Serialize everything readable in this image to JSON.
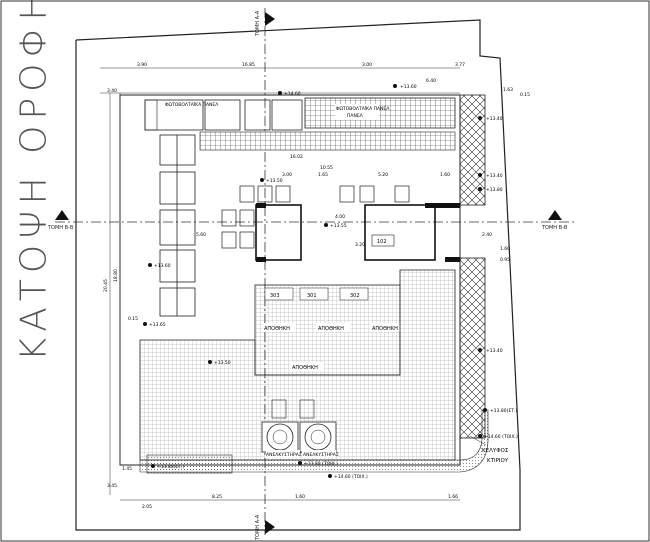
{
  "title": "ΚΑΤΟΨΗ ΟΡΟΦΗΣ",
  "sections": {
    "aa_top": "ΤΟΜΗ Α-Α",
    "aa_bottom": "ΤΟΜΗ Α-Α",
    "bb_left": "ΤΟΜΗ Β-Β",
    "bb_right": "ΤΟΜΗ Β-Β"
  },
  "rooms": {
    "panels_left": "ΦΩΤΟΒΟΛΤΑΪΚΑ ΠΑΝΕΛ",
    "panels_right": "ΦΩΤΟΒΟΛΤΑΪΚΑ ΠΑΝΕΛ",
    "storage": [
      "ΑΠΟΘΗΚΗ",
      "ΑΠΟΘΗΚΗ",
      "ΑΠΟΘΗΚΗ",
      "ΑΠΟΘΗΚΗ"
    ],
    "room_numbers": [
      "303",
      "301",
      "302",
      "102"
    ],
    "lift_left": "ΑΝΕΛΚΥΣΤΗΡΑΣ",
    "lift_right": "ΑΝΕΛΚΥΣΤΗΡΑΣ"
  },
  "shell_label": [
    "ΚΕΛΥΦΟΣ",
    "ΚΤΙΡΙΟΥ"
  ],
  "levels": [
    "+14.60",
    "+13.60",
    "+13.40",
    "+13.80",
    "+13.50",
    "+13.55",
    "+13.60",
    "+13.65",
    "+13.50",
    "+13.40",
    "+13.40",
    "+13.80(ΣΤ.)",
    "+14.60 (ΤΟΙΧ.)",
    "+13.80(ΣΤ.)",
    "+13.80 (ΤΟΙΧ.)",
    "+14.60 (ΤΟΙΧ.)"
  ],
  "dims": {
    "top_row": [
      "3.90",
      "16.85",
      "3.00",
      "3.77"
    ],
    "overall_h": [
      "18.80",
      "20.45"
    ],
    "inner": [
      "10.55",
      "16.02",
      "4.00",
      "3.00",
      "5.20",
      "1.65",
      "1.60",
      "5.60",
      "3.20",
      "2.40",
      "1.60",
      "0.95",
      "6.40",
      "1.63",
      "0.15"
    ],
    "bottom_row": [
      "2.05",
      "8.25",
      "1.60",
      "1.66"
    ],
    "left_misc": [
      "0.15",
      "1.45",
      "3.40",
      "3.45"
    ]
  },
  "colors": {
    "line": "#222222",
    "hatch": "#9a9a9a",
    "title": "#555555",
    "wall": "#111111"
  }
}
